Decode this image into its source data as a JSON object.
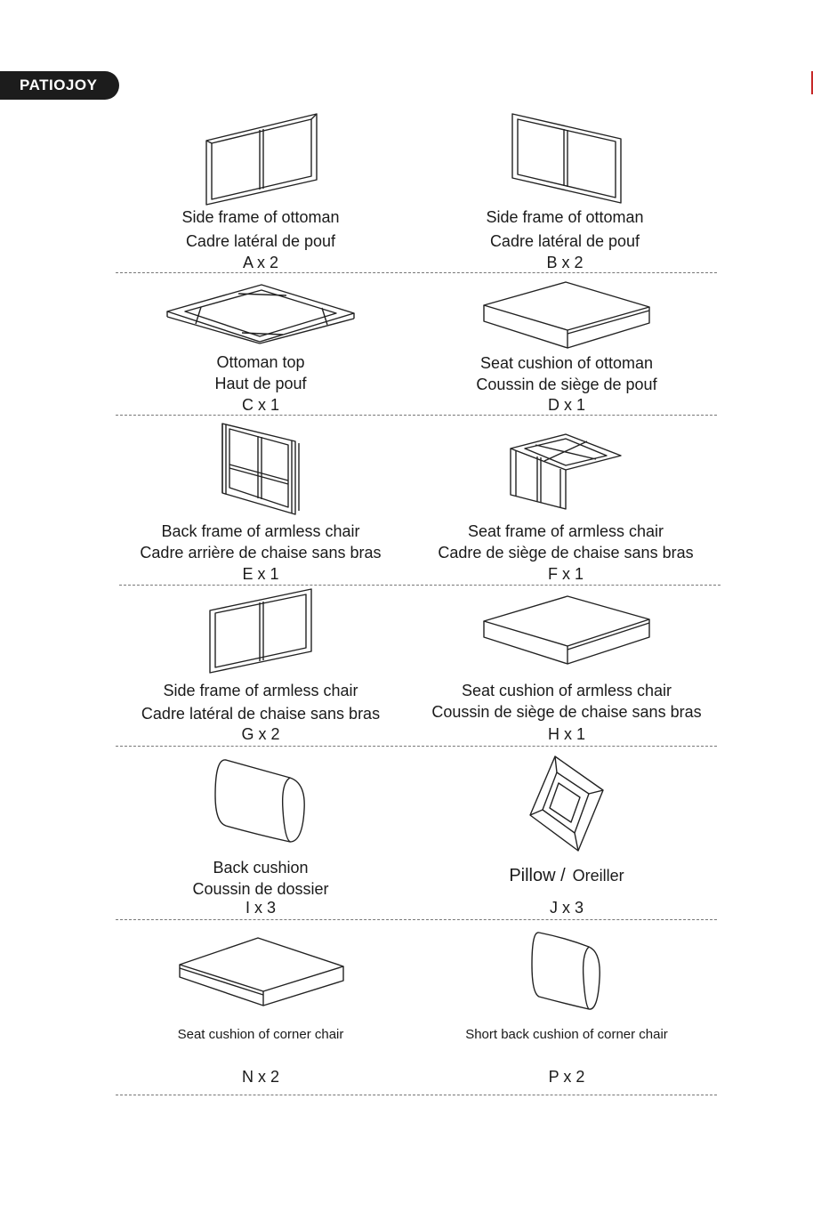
{
  "brand": {
    "logo_text": "PATIOJOY"
  },
  "parts": [
    {
      "id": "A",
      "en": "Side frame of ottoman",
      "fr": "Cadre latéral de pouf",
      "qty": "A x 2"
    },
    {
      "id": "B",
      "en": "Side frame of ottoman",
      "fr": "Cadre latéral de pouf",
      "qty": "B x 2"
    },
    {
      "id": "C",
      "en": "Ottoman top",
      "fr": "Haut de pouf",
      "qty": "C x 1"
    },
    {
      "id": "D",
      "en": "Seat cushion of ottoman",
      "fr": "Coussin de siège de pouf",
      "qty": "D x 1"
    },
    {
      "id": "E",
      "en": "Back frame of armless chair",
      "fr": "Cadre arrière de chaise sans bras",
      "qty": "E x 1"
    },
    {
      "id": "F",
      "en": "Seat frame of armless chair",
      "fr": "Cadre de siège de chaise sans bras",
      "qty": "F x 1"
    },
    {
      "id": "G",
      "en": "Side frame of armless chair",
      "fr": "Cadre latéral de chaise sans bras",
      "qty": "G x 2"
    },
    {
      "id": "H",
      "en": "Seat cushion of armless chair",
      "fr": "Coussin de siège de chaise sans bras",
      "qty": "H x 1"
    },
    {
      "id": "I",
      "en": "Back cushion",
      "fr": "Coussin de dossier",
      "qty": "I x 3"
    },
    {
      "id": "J",
      "en": "Pillow /",
      "fr": "Oreiller",
      "qty": "J x 3"
    },
    {
      "id": "N",
      "en": "Seat cushion of corner chair",
      "qty": "N x 2"
    },
    {
      "id": "P",
      "en": "Short back cushion of corner chair",
      "qty": "P x 2"
    }
  ]
}
